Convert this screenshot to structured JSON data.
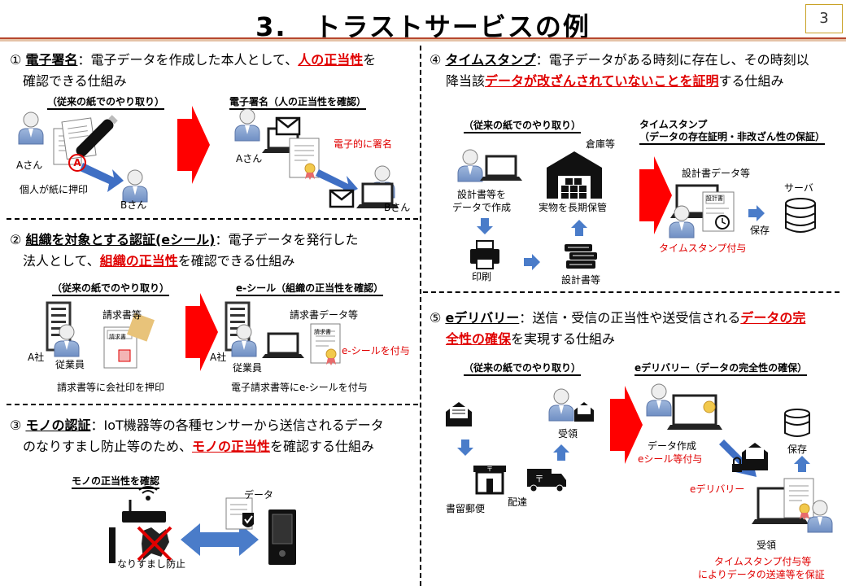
{
  "page": {
    "title": "3.　トラストサービスの例",
    "number": "3"
  },
  "s1": {
    "num": "①",
    "term": "電子署名",
    "sep": "：",
    "t1": "電子データを作成した本人として、",
    "em": "人の正当性",
    "t2": "を",
    "line2": "確認できる仕組み",
    "left_header": "（従来の紙でのやり取り）",
    "right_header": "電子署名（人の正当性を確認）",
    "a_left": "Aさん",
    "stamp_label": "個人が紙に押印",
    "b_left": "Bさん",
    "a_right": "Aさん",
    "sign_label": "電子的に署名",
    "b_right": "Bさん",
    "stamp_char": "A"
  },
  "s2": {
    "num": "②",
    "term": "組織を対象とする認証(eシール)",
    "sep": "：",
    "t1": "電子データを発行した",
    "line2a": "法人として、",
    "em": "組織の正当性",
    "line2b": "を確認できる仕組み",
    "left_header": "（従来の紙でのやり取り）",
    "right_header": "e-シール（組織の正当性を確認）",
    "invoice_paper": "請求書等",
    "company_left": "A社",
    "employee_left": "従業員",
    "caption_left": "請求書等に会社印を押印",
    "invoice_data": "請求書データ等",
    "company_right": "A社",
    "employee_right": "従業員",
    "eseal_label": "e-シールを付与",
    "caption_right": "電子請求書等にe-シールを付与",
    "doc_text": "請求書"
  },
  "s3": {
    "num": "③",
    "term": "モノの認証",
    "sep": "：",
    "t1": "IoT機器等の各種センサーから送信されるデータ",
    "line2a": "のなりすまし防止等のため、",
    "em": "モノの正当性",
    "line2b": "を確認する仕組み",
    "header": "モノの正当性を確認",
    "data_label": "データ",
    "spoof_label": "なりすまし防止"
  },
  "s4": {
    "num": "④",
    "term": "タイムスタンプ",
    "sep": "：",
    "t1": "電子データがある時刻に存在し、その時刻以",
    "line2a": "降当該",
    "em": "データが改ざんされていないことを証明",
    "line2b": "する仕組み",
    "left_header": "（従来の紙でのやり取り）",
    "warehouse": "倉庫等",
    "create_label_1": "設計書等を",
    "create_label_2": "データで作成",
    "store_label": "実物を長期保管",
    "print_label": "印刷",
    "docs_label": "設計書等",
    "right_header_1": "タイムスタンプ",
    "right_header_2": "（データの存在証明・非改ざん性の保証）",
    "design_data": "設計書データ等",
    "server": "サーバ",
    "save": "保存",
    "ts_label": "タイムスタンプ付与",
    "doc_text": "設計書"
  },
  "s5": {
    "num": "⑤",
    "term": "eデリバリー",
    "sep": "：",
    "t1": "送信・受信の正当性や送受信される",
    "em1": "データの完",
    "em2": "全性の確保",
    "line2b": "を実現する仕組み",
    "left_header": "（従来の紙でのやり取り）",
    "right_header": "eデリバリー（データの完全性の確保）",
    "receive_left": "受領",
    "registered_mail": "書留郵便",
    "delivery": "配達",
    "data_create": "データ作成",
    "eseal": "eシール等付与",
    "save": "保存",
    "edelivery": "eデリバリー",
    "receive_right": "受領",
    "ts_note_1": "タイムスタンプ付与等",
    "ts_note_2": "によりデータの送達等を保証"
  }
}
